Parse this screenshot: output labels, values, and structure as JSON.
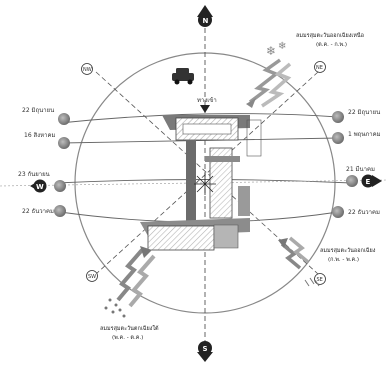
{
  "compass": {
    "north": "N",
    "south": "S",
    "east": "E",
    "west": "W",
    "northeast": "NE",
    "northwest": "NW",
    "southeast": "SE",
    "southwest": "SW"
  },
  "sun_dates_left": [
    "22 มิถุนายน",
    "16 สิงหาคม",
    "23 กันยายน",
    "22 ธันวาคม"
  ],
  "sun_dates_right": [
    "22 มิถุนายน",
    "1 พฤษภาคม",
    "21 มีนาคม",
    "22 ธันวาคม"
  ],
  "monsoons": {
    "northeast": {
      "line1": "ลมมรสุมตะวันออกเฉียงเหนือ",
      "line2": "(ต.ค. - ก.พ.)"
    },
    "southwest": {
      "line1": "ลมมรสุมตะวันตกเฉียงใต้",
      "line2": "(พ.ค. - ต.ค.)"
    },
    "southeast": {
      "line1": "ลมมรสุมตะวันออกเฉียง",
      "line2": "(ก.พ. - พ.ค.)"
    }
  },
  "site": {
    "entrance_label": "ทางเข้า"
  },
  "icons": [
    "car-icon",
    "snowflake-icon",
    "rain-icon",
    "sun-icon",
    "compass-icon"
  ]
}
